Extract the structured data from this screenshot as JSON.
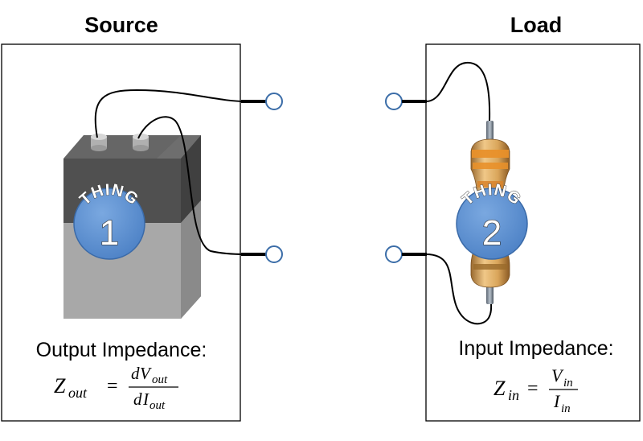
{
  "source": {
    "title": "Source",
    "badge_word": "THING",
    "badge_number": "1",
    "impedance_label": "Output Impedance:",
    "formula": {
      "lhs_var": "Z",
      "lhs_sub": "out",
      "num_d": "d",
      "num_var": "V",
      "num_sub": "out",
      "den_d": "d",
      "den_var": "I",
      "den_sub": "out"
    }
  },
  "load": {
    "title": "Load",
    "badge_word": "THING",
    "badge_number": "2",
    "impedance_label": "Input Impedance:",
    "formula": {
      "lhs_var": "Z",
      "lhs_sub": "in",
      "num_var": "V",
      "num_sub": "in",
      "den_var": "I",
      "den_sub": "in"
    }
  },
  "colors": {
    "badge_fill": "#5b8fd0",
    "battery_top": "#555555",
    "battery_body": "#a6a6a6",
    "resistor_body": "#e3b26a",
    "resistor_band": "#e8902a",
    "terminal_stroke": "#3b6da8"
  },
  "icons": [
    "battery-icon",
    "resistor-icon",
    "terminal-icon"
  ]
}
